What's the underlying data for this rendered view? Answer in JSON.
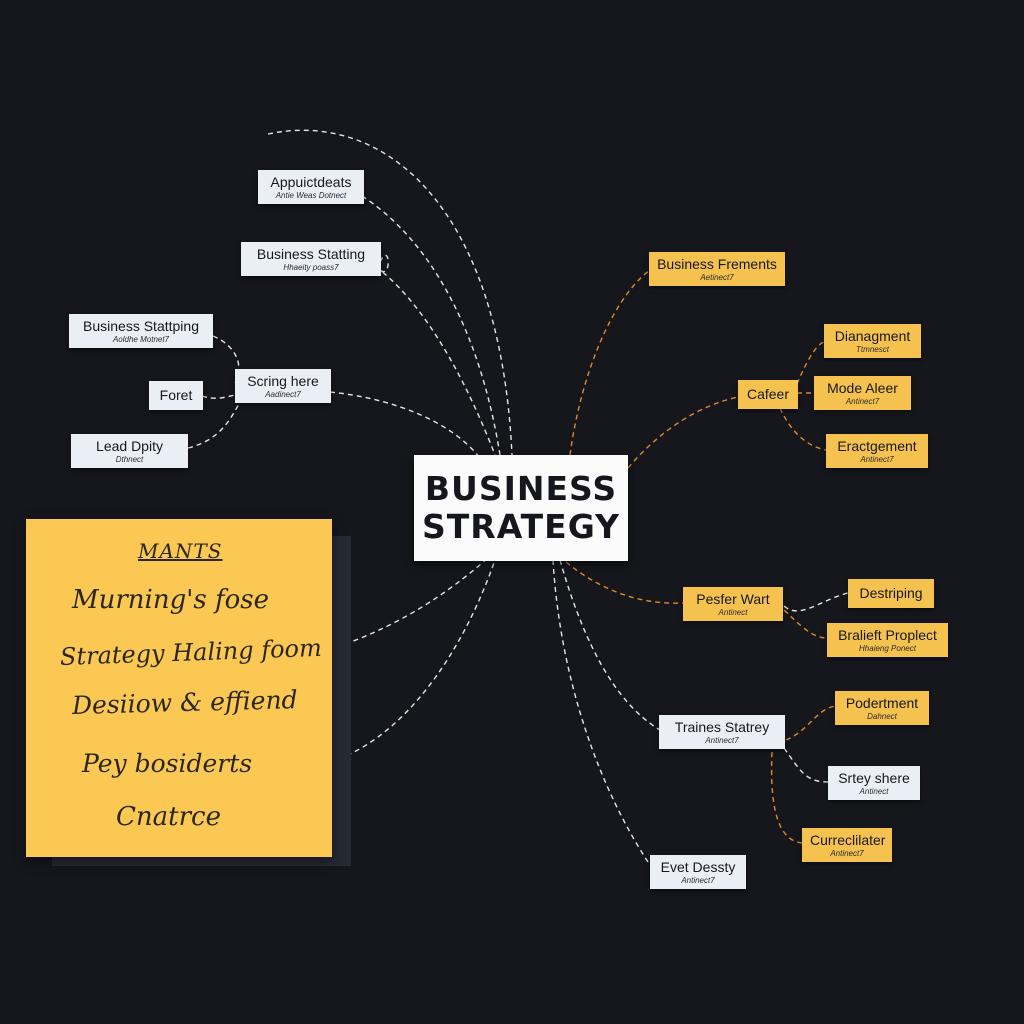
{
  "center": {
    "line1": "BUSINESS",
    "line2": "STRATEGY"
  },
  "left_nodes": [
    {
      "title": "Appuictdeats",
      "sub": "Antie Weas Dotnect"
    },
    {
      "title": "Business Statting",
      "sub": "Hhaeity poass7"
    },
    {
      "title": "Business Stattping",
      "sub": "Aoldhe Motnet7"
    },
    {
      "title": "Scring here",
      "sub": "Aadinect7"
    },
    {
      "title": "Foret",
      "sub": ""
    },
    {
      "title": "Lead Dpity",
      "sub": "Dthnect"
    }
  ],
  "right_nodes": [
    {
      "title": "Business Frements",
      "sub": "Aetinect7"
    },
    {
      "title": "Cafeer",
      "sub": ""
    },
    {
      "title": "Dianagment",
      "sub": "Ttmnesct"
    },
    {
      "title": "Mode Aleer",
      "sub": "Antinect7"
    },
    {
      "title": "Eractgement",
      "sub": "Antinect7"
    },
    {
      "title": "Pesfer Wart",
      "sub": "Antinect"
    },
    {
      "title": "Destriping",
      "sub": ""
    },
    {
      "title": "Bralieft Proplect",
      "sub": "Hhaieng Ponect"
    },
    {
      "title": "Traines Statrey",
      "sub": "Antinect7"
    },
    {
      "title": "Podertment",
      "sub": "Dahnect"
    },
    {
      "title": "Srtey shere",
      "sub": "Antinect"
    },
    {
      "title": "Curreclilater",
      "sub": "Antinect7"
    },
    {
      "title": "Evet Dessty",
      "sub": "Antinect7"
    }
  ],
  "note": {
    "heading": "MANTS",
    "lines": [
      "Murning's fose",
      "Strategy Haling foom",
      "Desiiow & effiend",
      "Pey bosiderts",
      "Cnatrce"
    ]
  },
  "colors": {
    "background": "#15171c",
    "light_card": "#e9eff4",
    "gold_card": "#f6c24f",
    "gold_line": "#e08a2a",
    "white_line": "#e6e6e6"
  }
}
